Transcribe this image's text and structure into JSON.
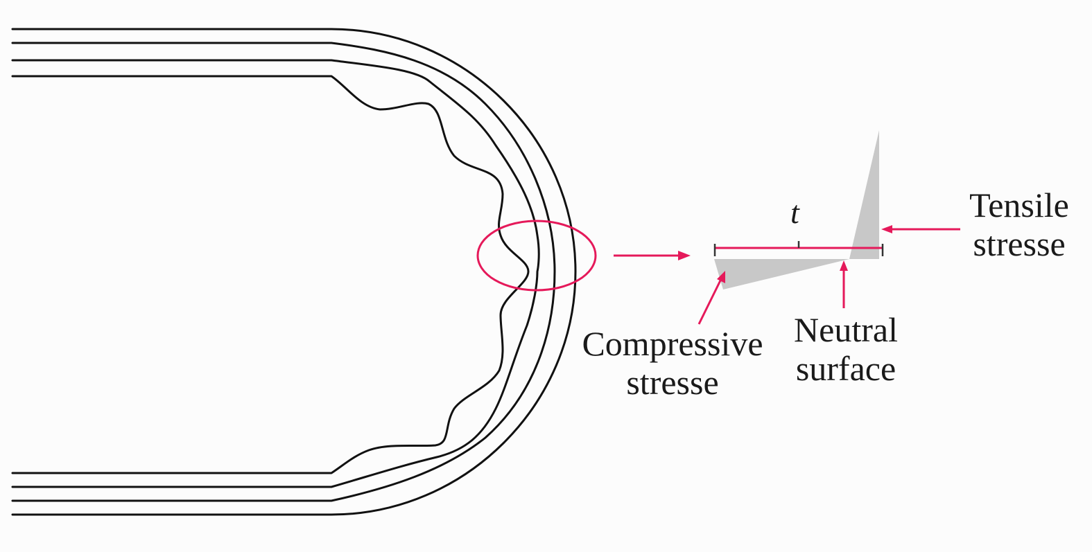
{
  "labels": {
    "compressive": [
      "Compressive",
      "stresse"
    ],
    "neutral": [
      "Neutral",
      "surface"
    ],
    "tensile": [
      "Tensile",
      "stresse"
    ],
    "thickness_symbol": "t"
  },
  "colors": {
    "layer_line": "#111111",
    "accent": "#e5195a",
    "stress_fill": "#c8c8c8",
    "background": "#fcfcfc"
  }
}
